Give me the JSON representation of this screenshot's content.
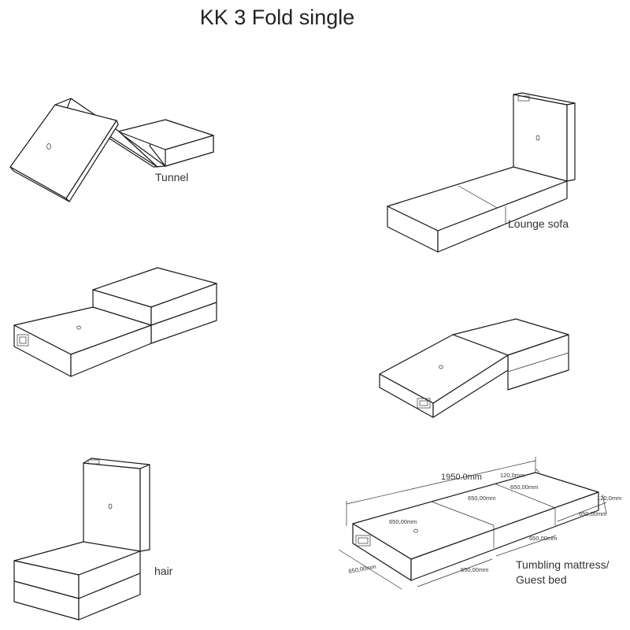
{
  "title": "KK 3 Fold single",
  "configurations": [
    {
      "label": "Tunnel"
    },
    {
      "label": "Lounge sofa"
    },
    {
      "label": ""
    },
    {
      "label": ""
    },
    {
      "label": "hair"
    },
    {
      "label": "Tumbling mattress/\nGuest bed"
    }
  ],
  "caption_guest_line1": "Tumbling mattress/",
  "caption_guest_line2": "Guest bed",
  "dimensions": {
    "total_length": "1950.0mm",
    "thickness_top": "120,0mm",
    "thickness_right": "120,0mm",
    "panel_top_1": "650,00mm",
    "panel_top_2": "650,00mm",
    "panel_top_3": "650,00mm",
    "panel_right_1": "650,00mm",
    "panel_right_2": "650,00mm",
    "panel_front_1": "650,00mm",
    "panel_front_2": "650,00mm"
  },
  "colors": {
    "line": "#1a1a1a",
    "text": "#222222",
    "background": "#ffffff"
  }
}
